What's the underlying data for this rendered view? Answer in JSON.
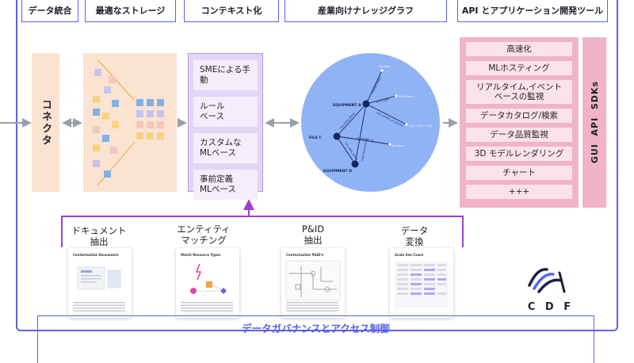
{
  "header_tabs": [
    "データ統合",
    "最適なストレージ",
    "コンテキスト化",
    "産業向けナレッジグラフ",
    "API とアプリケーション開発ツール"
  ],
  "connector": {
    "label": "コネクタ"
  },
  "contextualization": {
    "items": [
      "SMEによる手動",
      "ルール\nベース",
      "カスタムな\nMLベース",
      "事前定義\nMLベース"
    ]
  },
  "knowledge_graph": {
    "nodes": {
      "equipment_a": "EQUIPMENT A",
      "file_c": "FILE C",
      "equipment_d": "EQUIPMENT D"
    },
    "edges": {
      "is_in_type": "is_in_type",
      "has_center_of_gravity": "has_center_of_gravity",
      "has_data_about": "has_data_about",
      "produced_by": "produced_by",
      "manufactured_by": "manufactured_by",
      "has_data_about_2": "has_data_about",
      "located_within": "located_within"
    },
    "attributes": {
      "mil_spec": "Mil-Spec",
      "ball_valve": "Ball Valve",
      "coordinates": "(12, 3.15, 3.78)",
      "siemens": "Siemens"
    }
  },
  "applications": {
    "items": [
      "高速化",
      "MLホスティング",
      "リアルタイム,イベント\nベースの監視",
      "データカタログ/検索",
      "データ品質監視",
      "3D モデルレンダリング",
      "チャート",
      "+++"
    ]
  },
  "sdk": {
    "label": "GUI  API  SDKs"
  },
  "tools": [
    {
      "label": "ドキュメント\n抽出",
      "card_title": "Contextualize Documents"
    },
    {
      "label": "エンティティ\nマッチング",
      "card_title": "Match Resource Types"
    },
    {
      "label": "P&ID\n抽出",
      "card_title": "Contextualize P&ID's"
    },
    {
      "label": "データ\n変換",
      "card_title": "Scale Use Cases"
    }
  ],
  "governance": {
    "label": "データガバナンスとアクセス制御"
  },
  "logo": {
    "text": "C D F"
  },
  "colors": {
    "frame": "#5b62e6",
    "connector_bg": "#fbe3d1",
    "context_bg": "#e2d5f6",
    "graph_bg": "#8fb3f5",
    "apps_bg": "#f0b3c7",
    "bracket": "#9c3fd8"
  }
}
